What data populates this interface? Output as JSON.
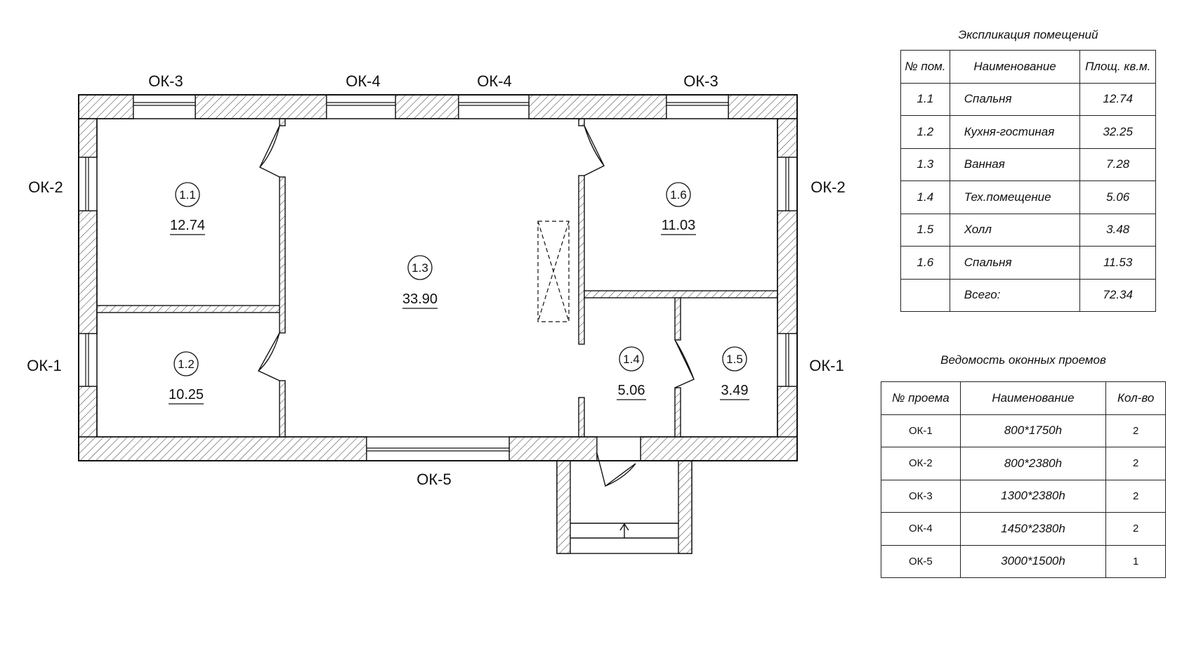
{
  "plan": {
    "window_labels": {
      "top_left": "ОК-3",
      "top_mid_left": "ОК-4",
      "top_mid_right": "ОК-4",
      "top_right": "ОК-3",
      "left_upper": "ОК-2",
      "left_lower": "ОК-1",
      "right_upper": "ОК-2",
      "right_lower": "ОК-1",
      "bottom": "ОК-5"
    },
    "rooms": [
      {
        "num": "1.1",
        "area": "12.74"
      },
      {
        "num": "1.2",
        "area": "10.25"
      },
      {
        "num": "1.3",
        "area": "33.90"
      },
      {
        "num": "1.4",
        "area": "5.06"
      },
      {
        "num": "1.5",
        "area": "3.49"
      },
      {
        "num": "1.6",
        "area": "11.03"
      }
    ]
  },
  "rooms_table": {
    "title": "Экспликация помещений",
    "headers": [
      "№ пом.",
      "Наименование",
      "Площ. кв.м."
    ],
    "rows": [
      [
        "1.1",
        "Спальня",
        "12.74"
      ],
      [
        "1.2",
        "Кухня-гостиная",
        "32.25"
      ],
      [
        "1.3",
        "Ванная",
        "7.28"
      ],
      [
        "1.4",
        "Тех.помещение",
        "5.06"
      ],
      [
        "1.5",
        "Холл",
        "3.48"
      ],
      [
        "1.6",
        "Спальня",
        "11.53"
      ],
      [
        "",
        "Всего:",
        "72.34"
      ]
    ]
  },
  "windows_table": {
    "title": "Ведомость оконных проемов",
    "headers": [
      "№ проема",
      "Наименование",
      "Кол-во"
    ],
    "rows": [
      [
        "ОК-1",
        "800*1750h",
        "2"
      ],
      [
        "ОК-2",
        "800*2380h",
        "2"
      ],
      [
        "ОК-3",
        "1300*2380h",
        "2"
      ],
      [
        "ОК-4",
        "1450*2380h",
        "2"
      ],
      [
        "ОК-5",
        "3000*1500h",
        "1"
      ]
    ]
  }
}
